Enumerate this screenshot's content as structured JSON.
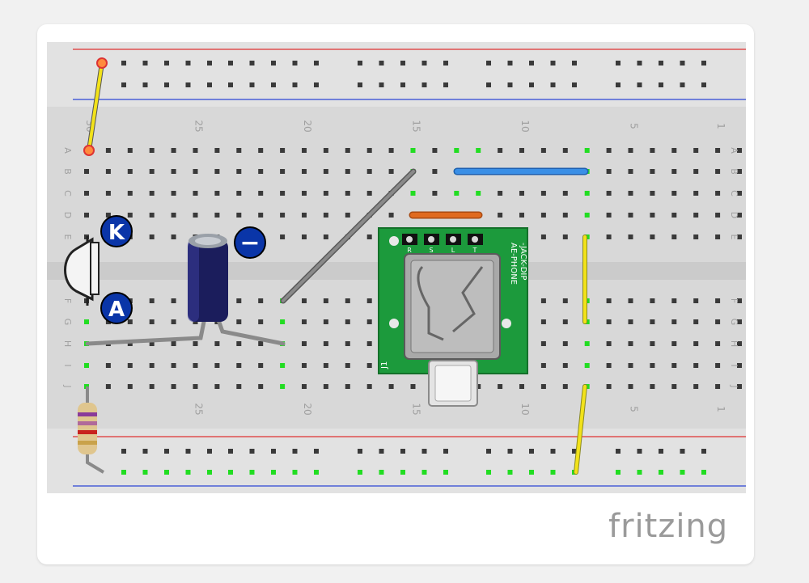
{
  "brand": {
    "logo_text": "fritzing"
  },
  "breadboard": {
    "column_numbers": [
      "30",
      "25",
      "20",
      "15",
      "10",
      "5",
      "1"
    ],
    "row_letters_top": [
      "A",
      "B",
      "C",
      "D",
      "E"
    ],
    "row_letters_bottom": [
      "F",
      "G",
      "H",
      "I",
      "J"
    ]
  },
  "components": {
    "led_cathode_label": "K",
    "led_anode_label": "A",
    "capacitor_negative_label": "−",
    "jack_silkscreen": [
      "AE-PHONE",
      "-JACK-DIP"
    ],
    "jack_designator": "J1",
    "jack_pin_labels": [
      "R",
      "S",
      "L",
      "T"
    ]
  },
  "colors": {
    "rail_red": "#e05050",
    "rail_blue": "#4a5fd8",
    "wire_yellow": "#f2e21a",
    "wire_gray": "#7d7d7d",
    "wire_blue": "#3a7fd6",
    "wire_orange": "#e06a1f",
    "pcb_green": "#1c9a3c",
    "highlight_green": "#22cc22",
    "badge_blue": "#0a35a8"
  }
}
